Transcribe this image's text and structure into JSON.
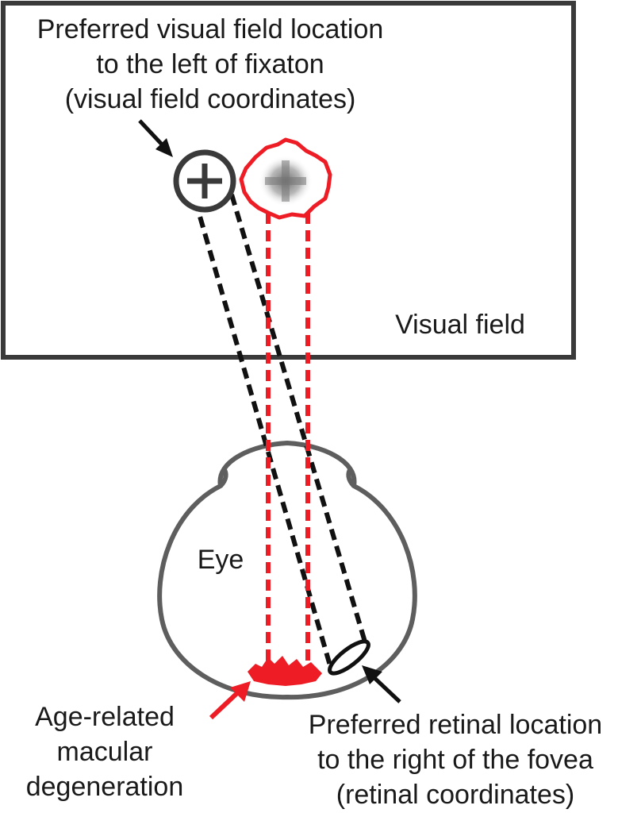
{
  "visual_field": {
    "top_note_line1": "Preferred visual field location",
    "top_note_line2": "to the left of fixaton",
    "top_note_line3": "(visual field coordinates)",
    "box_label": "Visual field"
  },
  "eye": {
    "label": "Eye"
  },
  "amd_note": {
    "line1": "Age-related",
    "line2": "macular",
    "line3": "degeneration"
  },
  "retina_note": {
    "line1": "Preferred retinal location",
    "line2": "to the right of the fovea",
    "line3": "(retinal coordinates)"
  },
  "colors": {
    "outline": "#3a3a3a",
    "amd_red": "#ee1c25",
    "dash_black": "#111111"
  }
}
